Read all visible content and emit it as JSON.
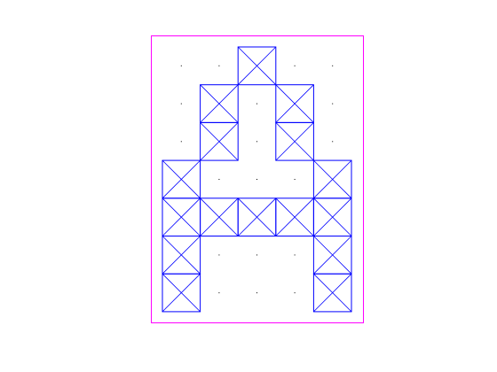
{
  "figure": {
    "colors": {
      "frame": "#ff00ff",
      "cell": "#0000ff",
      "dot": "#000000",
      "background": "#ffffff"
    },
    "grid": {
      "cols": 5,
      "rows": 7
    },
    "filled_cells": [
      {
        "col": 2,
        "row": 0
      },
      {
        "col": 1,
        "row": 1
      },
      {
        "col": 3,
        "row": 1
      },
      {
        "col": 1,
        "row": 2
      },
      {
        "col": 3,
        "row": 2
      },
      {
        "col": 0,
        "row": 3
      },
      {
        "col": 4,
        "row": 3
      },
      {
        "col": 0,
        "row": 4
      },
      {
        "col": 1,
        "row": 4
      },
      {
        "col": 2,
        "row": 4
      },
      {
        "col": 3,
        "row": 4
      },
      {
        "col": 4,
        "row": 4
      },
      {
        "col": 0,
        "row": 5
      },
      {
        "col": 4,
        "row": 5
      },
      {
        "col": 0,
        "row": 6
      },
      {
        "col": 4,
        "row": 6
      }
    ]
  }
}
